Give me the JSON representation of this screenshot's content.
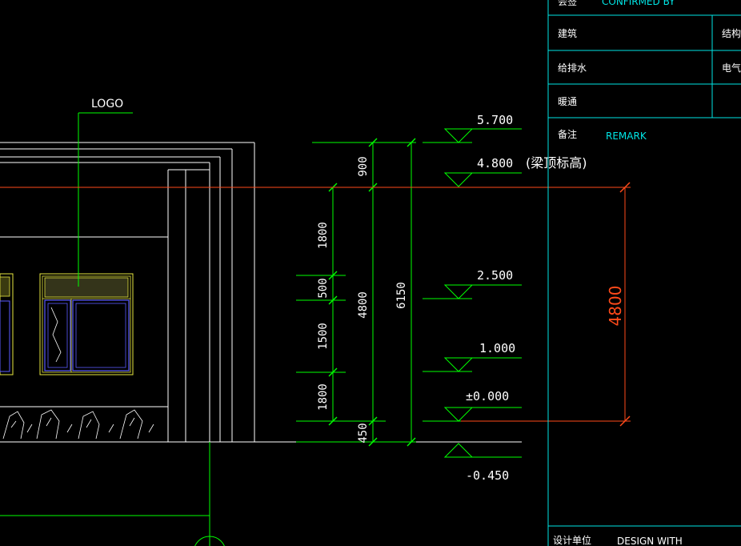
{
  "title_block": {
    "top_partial_left": "会签",
    "top_partial_right": "CONFIRMED BY",
    "rows": [
      {
        "left": "建筑",
        "right": "结构"
      },
      {
        "left": "给排水",
        "right": "电气"
      },
      {
        "left": "暖通",
        "right": ""
      }
    ],
    "remark_label": "备注",
    "remark_en": "REMARK",
    "design_label": "设计单位",
    "design_en": "DESIGN WITH"
  },
  "elevation_marks": [
    {
      "value": "5.700",
      "note": ""
    },
    {
      "value": "4.800",
      "note": "(梁顶标高)"
    },
    {
      "value": "2.500",
      "note": ""
    },
    {
      "value": "1.000",
      "note": ""
    },
    {
      "value": "±0.000",
      "note": ""
    },
    {
      "value": "-0.450",
      "note": ""
    }
  ],
  "dimensions": {
    "chain_left": [
      "1800",
      "500",
      "1500",
      "1800",
      "450"
    ],
    "total_inner": "4800",
    "segment_top": "900",
    "total_outer": "6150",
    "red_dim": "4800"
  },
  "labels": {
    "logo": "LOGO"
  },
  "colors": {
    "background": "#000000",
    "title_block_line": "#00e5e5",
    "dimension_line": "#00ff00",
    "red_dimension": "#ff4a1a",
    "building": "#ffffff",
    "window_frame": "#e8e840",
    "window_glass": "#5a5aff"
  }
}
